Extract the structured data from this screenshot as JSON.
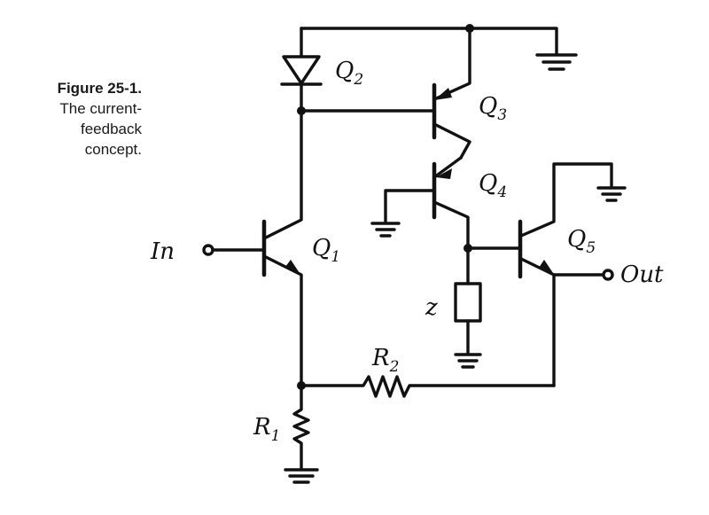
{
  "caption": {
    "figure_number": "Figure 25-1.",
    "line1": "The current-",
    "line2": "feedback",
    "line3": "concept."
  },
  "labels": {
    "q1": "Q",
    "q1_sub": "1",
    "q2": "Q",
    "q2_sub": "2",
    "q3": "Q",
    "q3_sub": "3",
    "q4": "Q",
    "q4_sub": "4",
    "q5": "Q",
    "q5_sub": "5",
    "r1": "R",
    "r1_sub": "1",
    "r2": "R",
    "r2_sub": "2",
    "z": "z",
    "input": "In",
    "output": "Out"
  }
}
